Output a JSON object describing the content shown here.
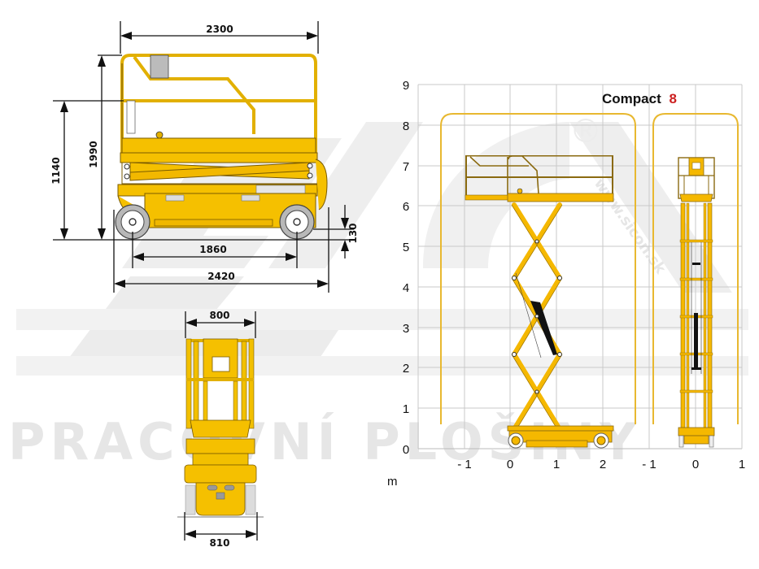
{
  "watermark": {
    "logo_text": "SICON",
    "tagline": "PRACOVNÍ PLOŠINY",
    "side_text": "www.sicon.sk",
    "registered_mark": "®"
  },
  "side_view": {
    "dimensions": {
      "platform_length": "2300",
      "stowed_height_rails": "1990",
      "platform_floor_height": "1140",
      "wheelbase": "1860",
      "overall_length": "2420",
      "ground_clearance": "130"
    }
  },
  "front_view": {
    "dimensions": {
      "platform_width": "800",
      "overall_width": "810"
    }
  },
  "working_range": {
    "title_model": "Compact",
    "title_number": "8",
    "unit_label": "m",
    "colors": {
      "machine": "#f5b800",
      "envelope": "#e8b830",
      "grid": "#c9c9c9",
      "title_number": "#cc1f1f"
    }
  },
  "chart_data": {
    "type": "diagram",
    "title": "Compact 8",
    "xlabel": "m",
    "ylabel": "",
    "y_ticks": [
      0,
      1,
      2,
      3,
      4,
      5,
      6,
      7,
      8,
      9
    ],
    "x_ticks_side": [
      "- 1",
      "0",
      "1",
      "2"
    ],
    "x_ticks_front": [
      "- 1",
      "0",
      "1"
    ],
    "ylim": [
      0,
      9
    ],
    "grid": true,
    "platform_height_m": 6.2,
    "rail_top_m": 7.2,
    "working_height_envelope_m": 8.0,
    "envelope_side_x_m": [
      -1.5,
      2.6
    ],
    "envelope_front_x_m": [
      -1.0,
      0.9
    ]
  }
}
